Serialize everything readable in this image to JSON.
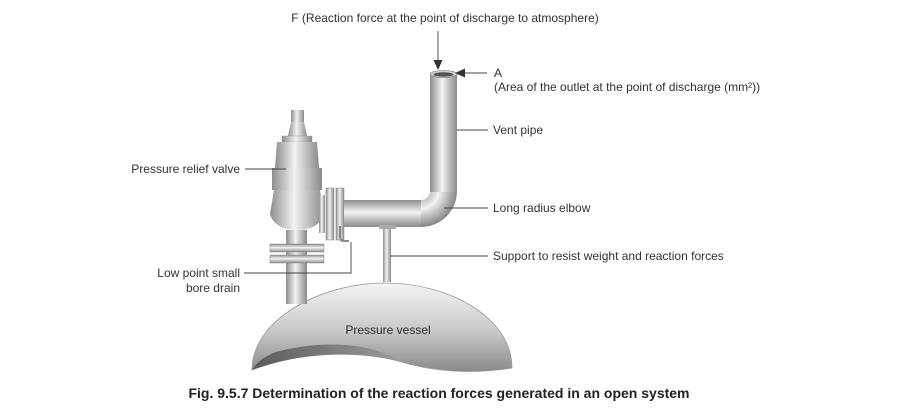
{
  "labels": {
    "force": "F (Reaction force at the point of discharge to atmosphere)",
    "area_letter": "A",
    "area_desc": "(Area of the outlet at the point of discharge (mm²))",
    "vent_pipe": "Vent pipe",
    "relief_valve": "Pressure relief valve",
    "elbow": "Long radius elbow",
    "support": "Support to resist weight and reaction forces",
    "drain_line1": "Low point small",
    "drain_line2": "bore drain",
    "vessel": "Pressure vessel"
  },
  "caption": "Fig. 9.5.7 Determination of the reaction forces generated in an open system",
  "colors": {
    "metal_dark": "#8e8e8e",
    "metal_light": "#f2f2f2",
    "text": "#333333"
  }
}
